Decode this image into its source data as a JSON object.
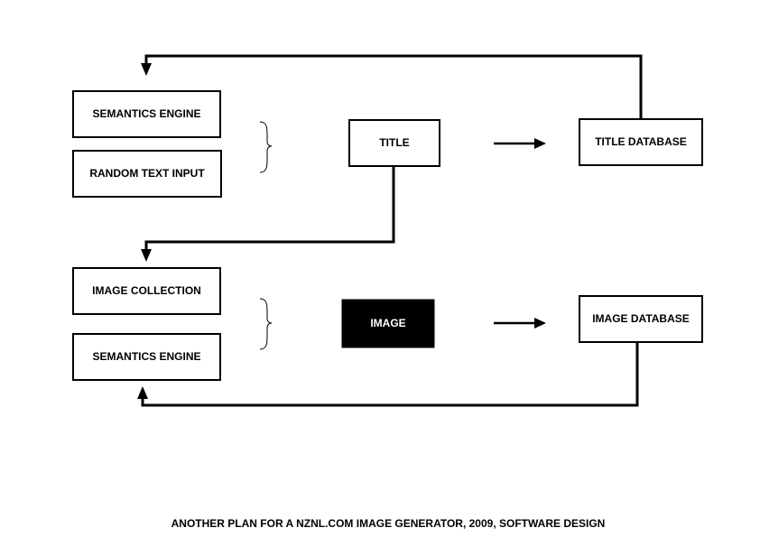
{
  "nodes": {
    "semantics_engine_top": "SEMANTICS ENGINE",
    "random_text_input": "RANDOM TEXT INPUT",
    "title": "TITLE",
    "title_database": "TITLE DATABASE",
    "image_collection": "IMAGE COLLECTION",
    "semantics_engine_bottom": "SEMANTICS ENGINE",
    "image": "IMAGE",
    "image_database": "IMAGE DATABASE"
  },
  "caption": "ANOTHER PLAN FOR A NZNL.COM IMAGE GENERATOR, 2009, SOFTWARE DESIGN",
  "colors": {
    "ink": "#000000",
    "paper": "#ffffff"
  }
}
